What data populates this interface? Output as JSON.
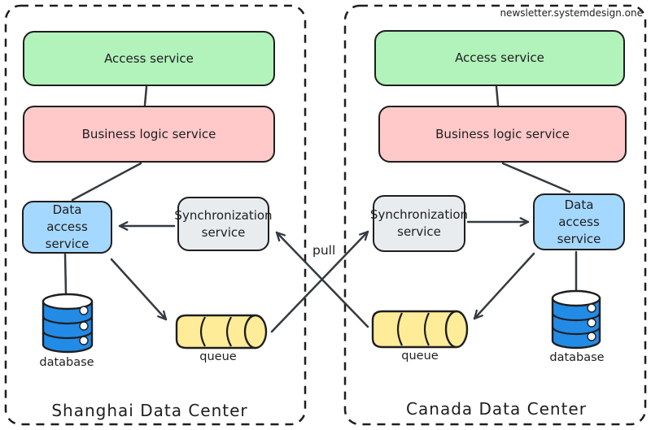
{
  "watermark": "newsletter.systemdesign.one",
  "pull_label": "pull",
  "colors": {
    "green": "#b2f2bb",
    "pink": "#ffc9c9",
    "blue": "#a5d8ff",
    "gray": "#e9ecef",
    "yellow": "#ffec99",
    "db_blue": "#228be6",
    "stroke": "#1e1e1e",
    "edge": "#343a40",
    "text": "#1e1e1e"
  },
  "datacenters": [
    {
      "title": "Shanghai Data Center",
      "services": {
        "access": "Access service",
        "business_logic": "Business logic service",
        "data_access": "Data access service",
        "synchronization": "Synchronization service"
      },
      "database_label": "database",
      "queue_label": "queue"
    },
    {
      "title": "Canada Data Center",
      "services": {
        "access": "Access service",
        "business_logic": "Business logic service",
        "data_access": "Data access service",
        "synchronization": "Synchronization service"
      },
      "database_label": "database",
      "queue_label": "queue"
    }
  ]
}
